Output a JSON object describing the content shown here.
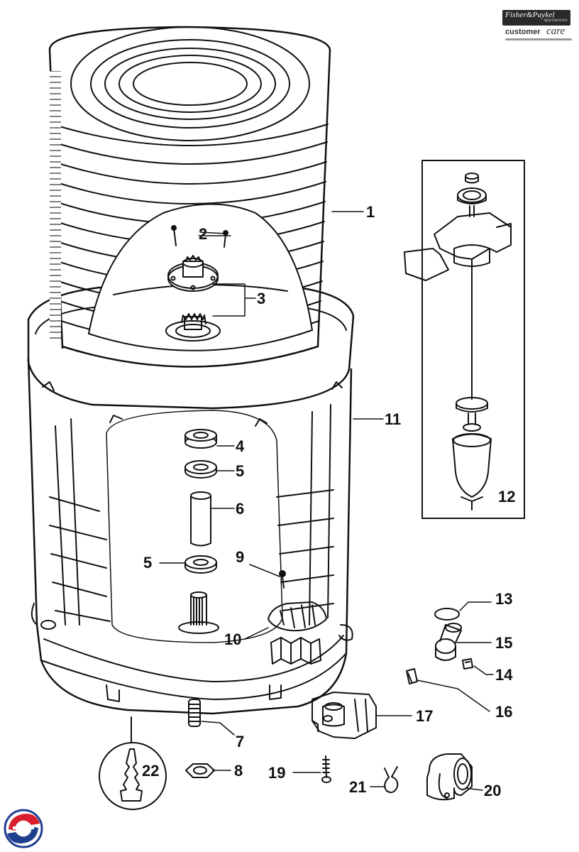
{
  "brand": {
    "name": "Fisher&Paykel",
    "sub": "appliances",
    "care_word1": "customer",
    "care_word2": "care"
  },
  "callouts": {
    "c1": "1",
    "c2": "2",
    "c3": "3",
    "c4": "4",
    "c5a": "5",
    "c5b": "5",
    "c6": "6",
    "c7": "7",
    "c8": "8",
    "c9": "9",
    "c10": "10",
    "c11": "11",
    "c12": "12",
    "c13": "13",
    "c14": "14",
    "c15": "15",
    "c16": "16",
    "c17": "17",
    "c19": "19",
    "c20": "20",
    "c21": "21",
    "c22": "22"
  },
  "colors": {
    "ink": "#111111",
    "badge_red": "#d81e2c",
    "badge_blue": "#1e3f8f"
  }
}
